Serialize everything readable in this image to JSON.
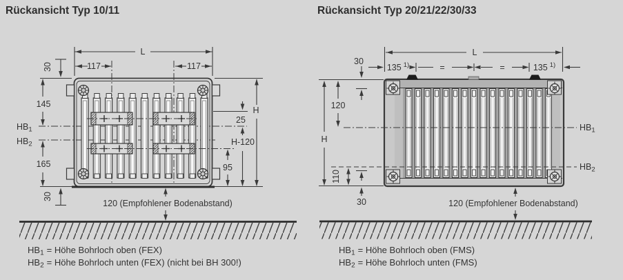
{
  "colors": {
    "background": "#d6d6d6",
    "line": "#3a3a3a",
    "text": "#333333",
    "bracket_tab": "#1c1c1c"
  },
  "left": {
    "title": "Rückansicht Typ 10/11",
    "dim_L": "L",
    "dim_117_left": "117",
    "dim_117_right": "117",
    "dim_30_top": "30",
    "dim_145": "145",
    "dim_165": "165",
    "dim_30_bottom": "30",
    "dim_H": "H",
    "dim_25": "25",
    "dim_H_minus_120": "H-120",
    "dim_95": "95",
    "hb1_label": "HB",
    "hb1_sub": "1",
    "hb2_label": "HB",
    "hb2_sub": "2",
    "floor_note": "120 (Empfohlener Bodenabstand)",
    "legend": [
      {
        "abbr": "HB",
        "sub": "1",
        "text": "= Höhe Bohrloch oben (FEX)"
      },
      {
        "abbr": "HB",
        "sub": "2",
        "text": "= Höhe Bohrloch unten (FEX) (nicht bei BH 300!)"
      }
    ]
  },
  "right": {
    "title": "Rückansicht Typ 20/21/22/30/33",
    "dim_L": "L",
    "dim_135_left": "135",
    "dim_135_right": "135",
    "footnote_sup_left": "1)",
    "footnote_sup_right": "1)",
    "dim_eq_left": "=",
    "dim_eq_right": "=",
    "dim_30_top": "30",
    "dim_120": "120",
    "dim_H": "H",
    "dim_110": "110",
    "dim_30_bottom": "30",
    "hb1_label": "HB",
    "hb1_sub": "1",
    "hb2_label": "HB",
    "hb2_sub": "2",
    "floor_note": "120 (Empfohlener Bodenabstand)",
    "legend": [
      {
        "abbr": "HB",
        "sub": "1",
        "text": "= Höhe Bohrloch oben (FMS)"
      },
      {
        "abbr": "HB",
        "sub": "2",
        "text": "= Höhe Bohrloch unten (FMS)"
      }
    ]
  }
}
